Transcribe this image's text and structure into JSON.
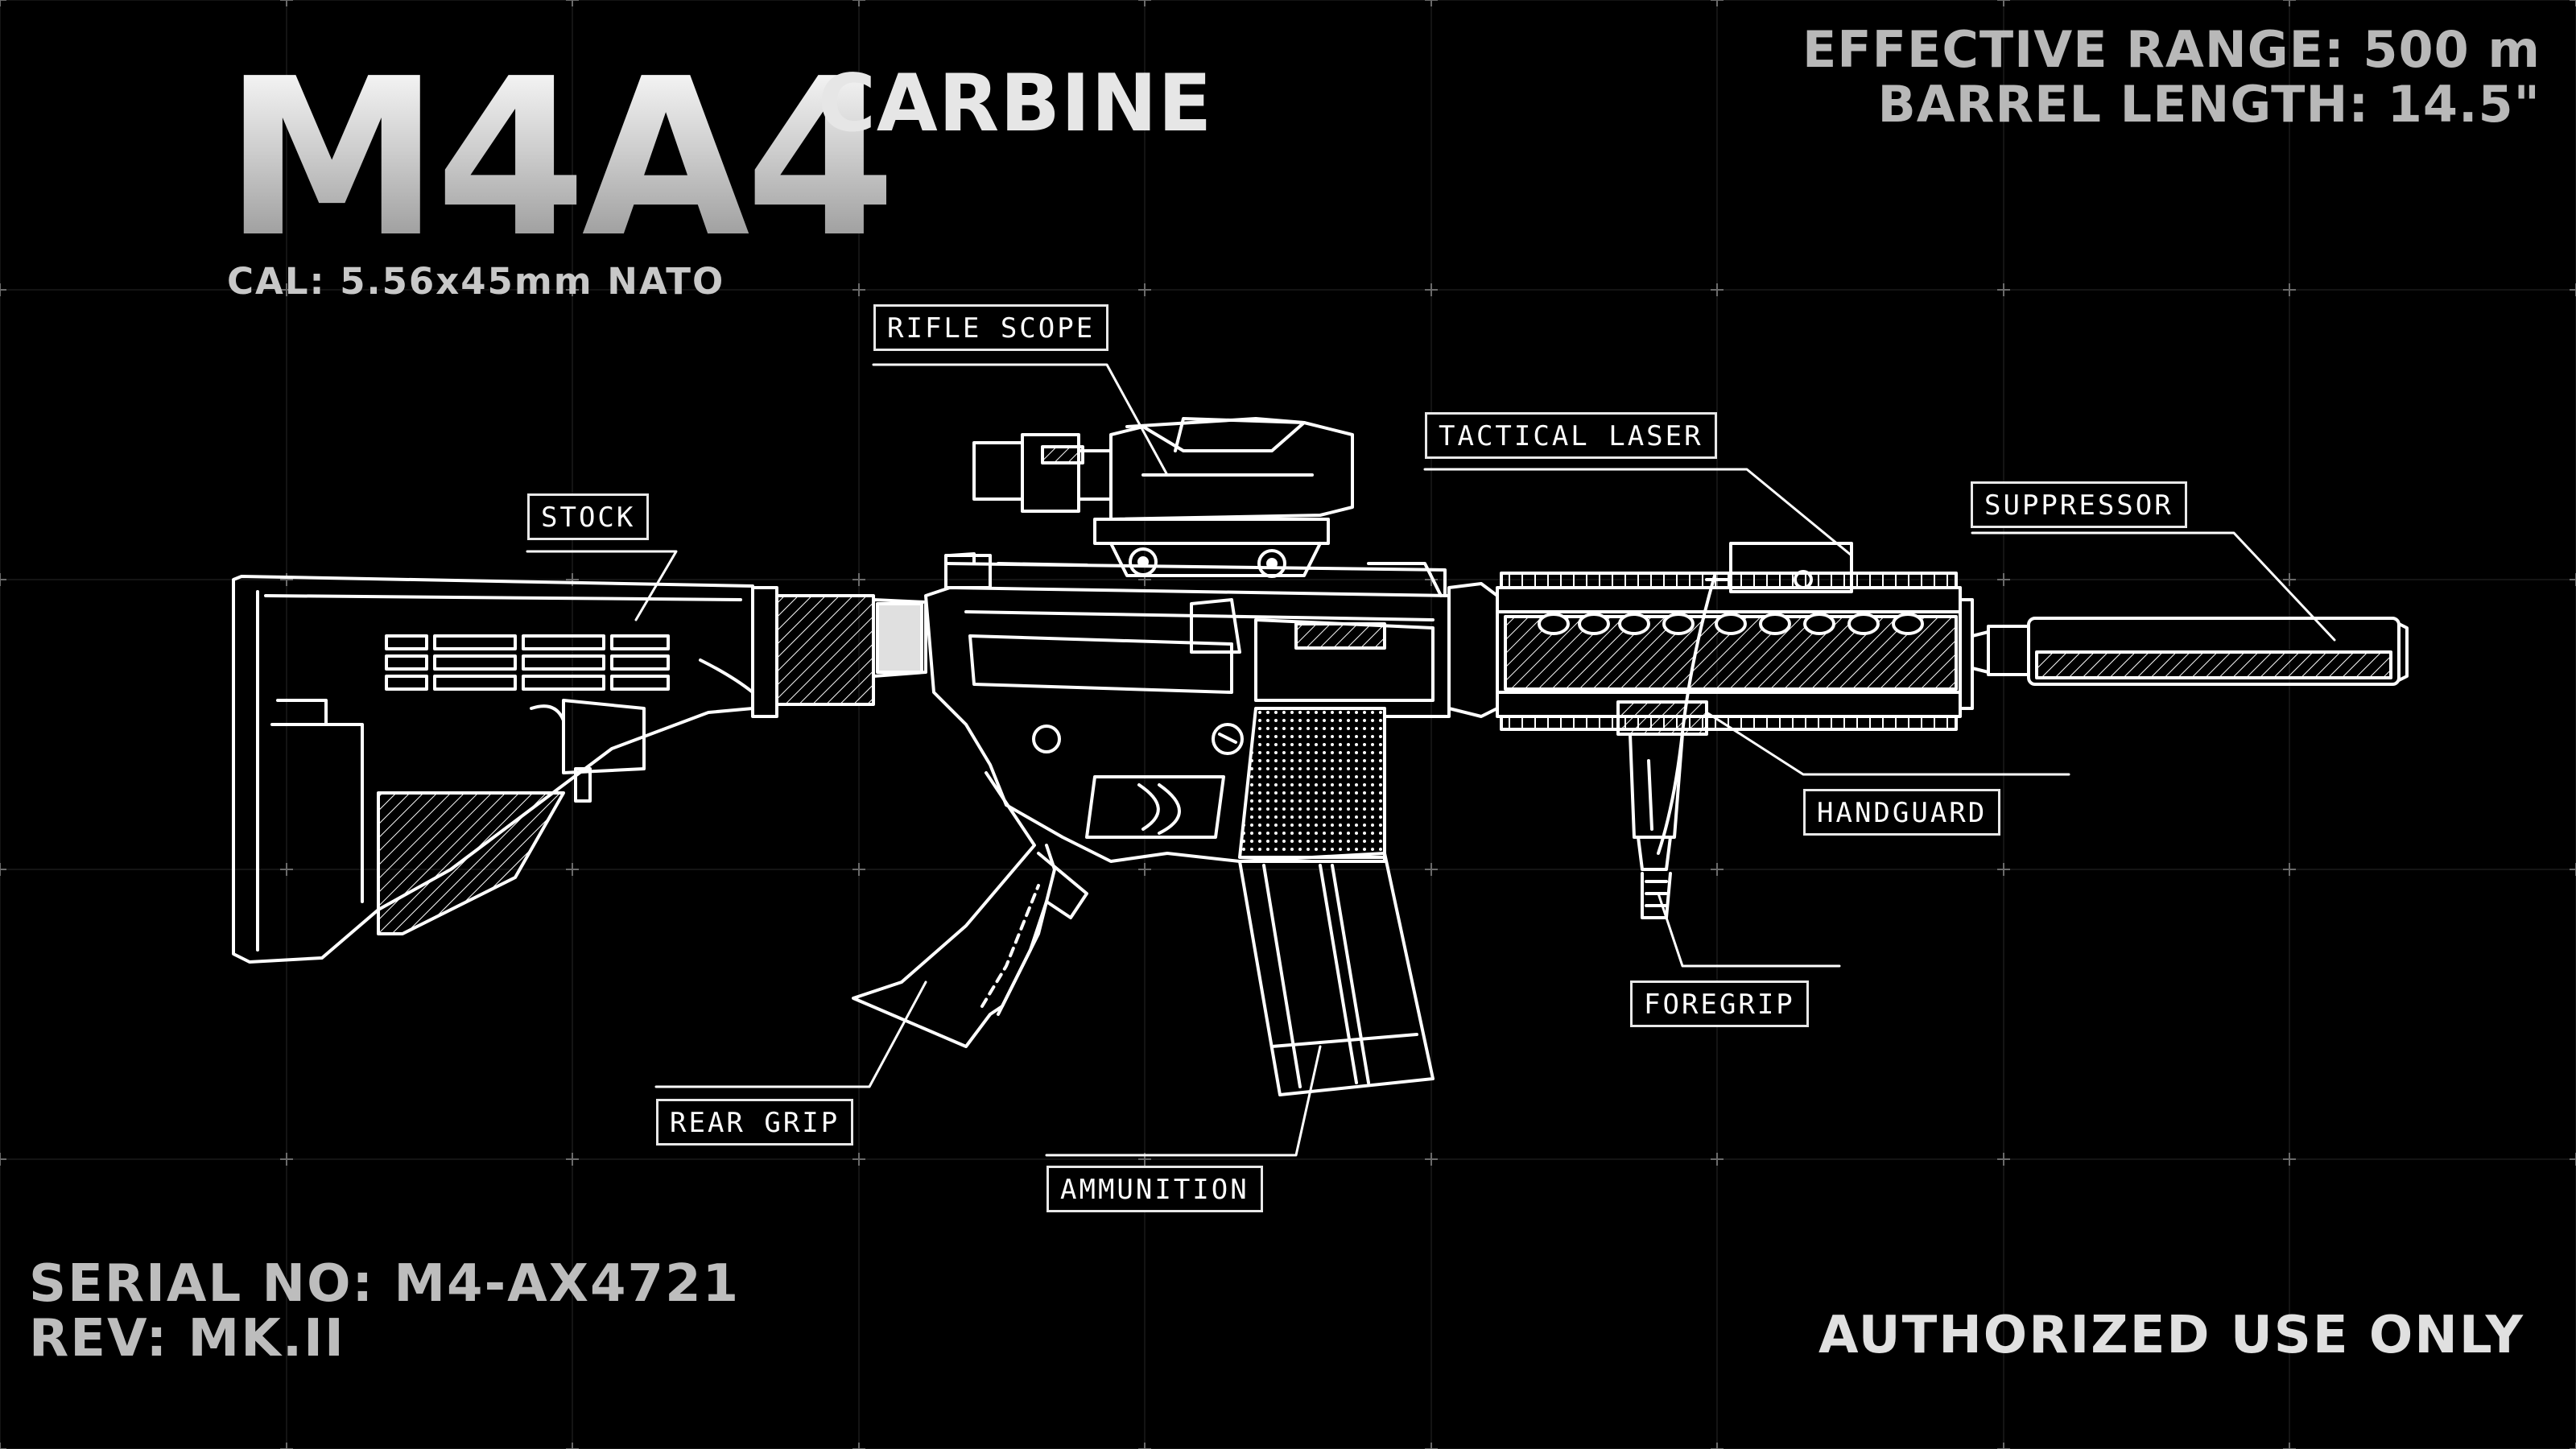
{
  "header": {
    "model": "M4A4",
    "variant": "CARBINE",
    "caliber": "CAL: 5.56x45mm NATO"
  },
  "specs": {
    "effective_range": "EFFECTIVE RANGE: 500 m",
    "barrel_length": "BARREL LENGTH: 14.5\""
  },
  "footer": {
    "serial": "SERIAL NO: M4-AX4721",
    "revision": "REV: MK.II",
    "notice": "AUTHORIZED USE ONLY"
  },
  "callouts": {
    "rifle_scope": "RIFLE SCOPE",
    "tactical_laser": "TACTICAL LASER",
    "suppressor": "SUPPRESSOR",
    "stock": "STOCK",
    "handguard": "HANDGUARD",
    "foregrip": "FOREGRIP",
    "rear_grip": "REAR GRIP",
    "ammunition": "AMMUNITION"
  },
  "colors": {
    "background": "#000000",
    "line": "#ffffff",
    "grid_marker": "#6a6a6a"
  }
}
